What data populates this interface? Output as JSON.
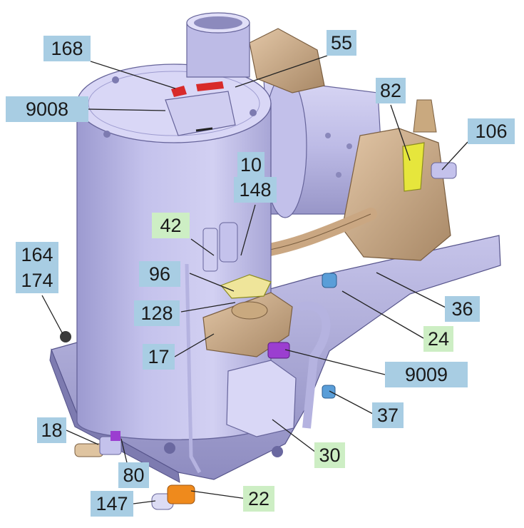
{
  "diagram": {
    "label_colors": {
      "standard": "#a8cde3",
      "highlight": "#cdeec4"
    },
    "labels": [
      {
        "id": "l168",
        "text": "168",
        "style": "standard"
      },
      {
        "id": "l9008",
        "text": "9008",
        "style": "standard"
      },
      {
        "id": "l55",
        "text": "55",
        "style": "standard"
      },
      {
        "id": "l82",
        "text": "82",
        "style": "standard"
      },
      {
        "id": "l106",
        "text": "106",
        "style": "standard"
      },
      {
        "id": "l10",
        "text": "10",
        "style": "standard"
      },
      {
        "id": "l148",
        "text": "148",
        "style": "standard"
      },
      {
        "id": "l42",
        "text": "42",
        "style": "highlight"
      },
      {
        "id": "l164",
        "text": "164",
        "style": "standard"
      },
      {
        "id": "l174",
        "text": "174",
        "style": "standard"
      },
      {
        "id": "l96",
        "text": "96",
        "style": "standard"
      },
      {
        "id": "l128",
        "text": "128",
        "style": "standard"
      },
      {
        "id": "l36",
        "text": "36",
        "style": "standard"
      },
      {
        "id": "l24",
        "text": "24",
        "style": "highlight"
      },
      {
        "id": "l17",
        "text": "17",
        "style": "standard"
      },
      {
        "id": "l9009",
        "text": "9009",
        "style": "standard"
      },
      {
        "id": "l37",
        "text": "37",
        "style": "standard"
      },
      {
        "id": "l18",
        "text": "18",
        "style": "standard"
      },
      {
        "id": "l30",
        "text": "30",
        "style": "highlight"
      },
      {
        "id": "l80",
        "text": "80",
        "style": "standard"
      },
      {
        "id": "l22",
        "text": "22",
        "style": "highlight"
      },
      {
        "id": "l147",
        "text": "147",
        "style": "standard"
      }
    ]
  }
}
